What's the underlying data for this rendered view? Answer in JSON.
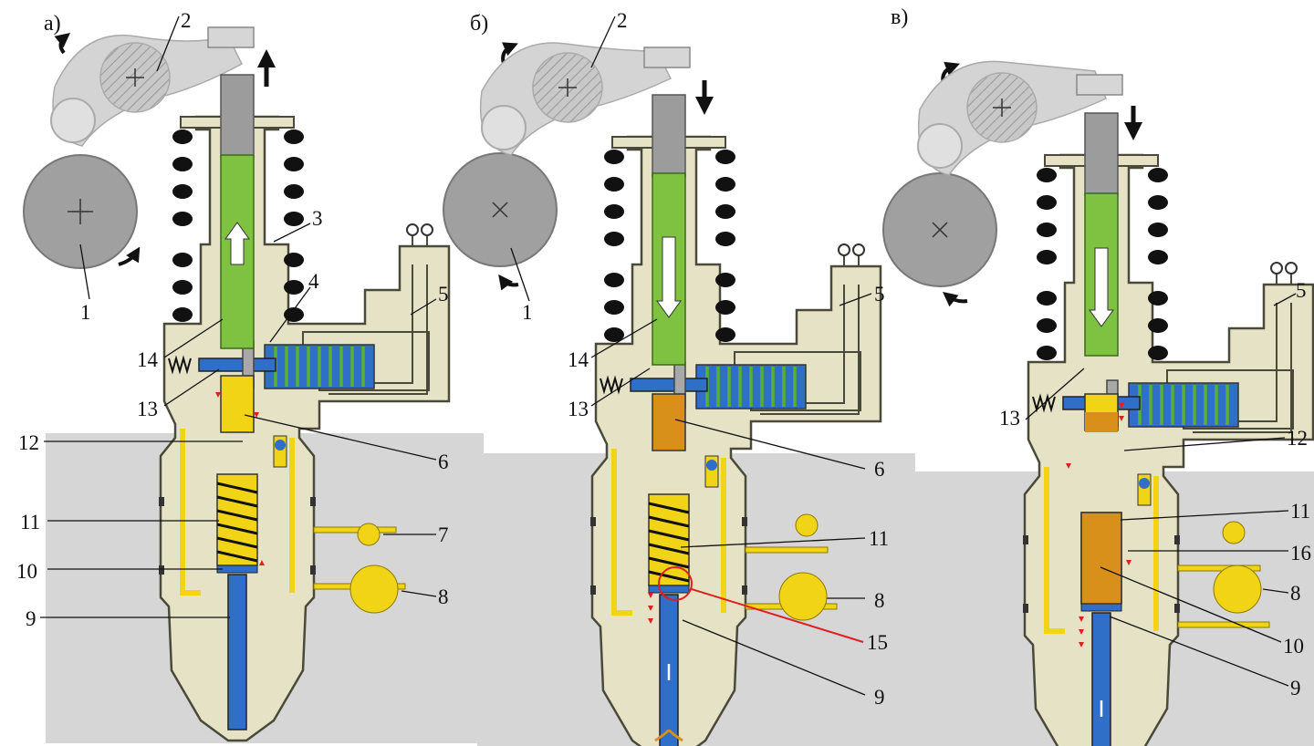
{
  "figure": {
    "panels": [
      {
        "key": "a",
        "title": "а)",
        "labels": [
          "2",
          "3",
          "4",
          "5",
          "1",
          "14",
          "13",
          "12",
          "6",
          "11",
          "7",
          "10",
          "8",
          "9"
        ]
      },
      {
        "key": "b",
        "title": "б)",
        "labels": [
          "2",
          "5",
          "1",
          "14",
          "13",
          "6",
          "11",
          "8",
          "15",
          "9"
        ]
      },
      {
        "key": "c",
        "title": "в)",
        "labels": [
          "5",
          "13",
          "12",
          "11",
          "16",
          "8",
          "10",
          "9"
        ]
      }
    ]
  },
  "colors": {
    "body": "#e6e2c6",
    "body_stroke": "#4a4a3a",
    "cam": "#a0a0a0",
    "rocker": "#d4d4d4",
    "plunger": "#7fc141",
    "fuel": "#f2d417",
    "fuel_high": "#d9901a",
    "needle": "#2f6fc8",
    "coil_stripe": "#58b030",
    "head": "#d6d6d6",
    "spring": "#111111",
    "red": "#e02020"
  }
}
